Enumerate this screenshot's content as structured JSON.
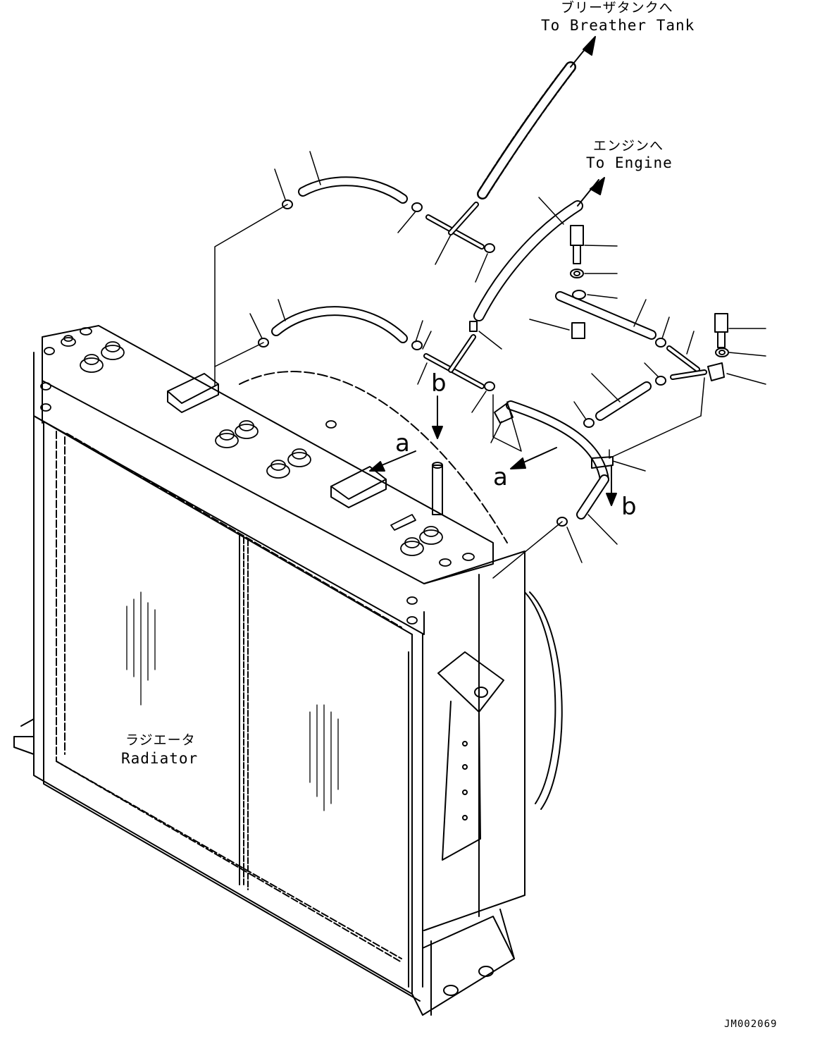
{
  "labels": {
    "breather_jp": "ブリーザタンクへ",
    "breather_en": "To Breather Tank",
    "engine_jp": "エンジンへ",
    "engine_en": "To Engine",
    "radiator_jp": "ラジエータ",
    "radiator_en": "Radiator",
    "ref_a": "a",
    "ref_b": "b",
    "drawing_code": "JM002069"
  },
  "colors": {
    "line": "#000000",
    "background": "#ffffff"
  }
}
